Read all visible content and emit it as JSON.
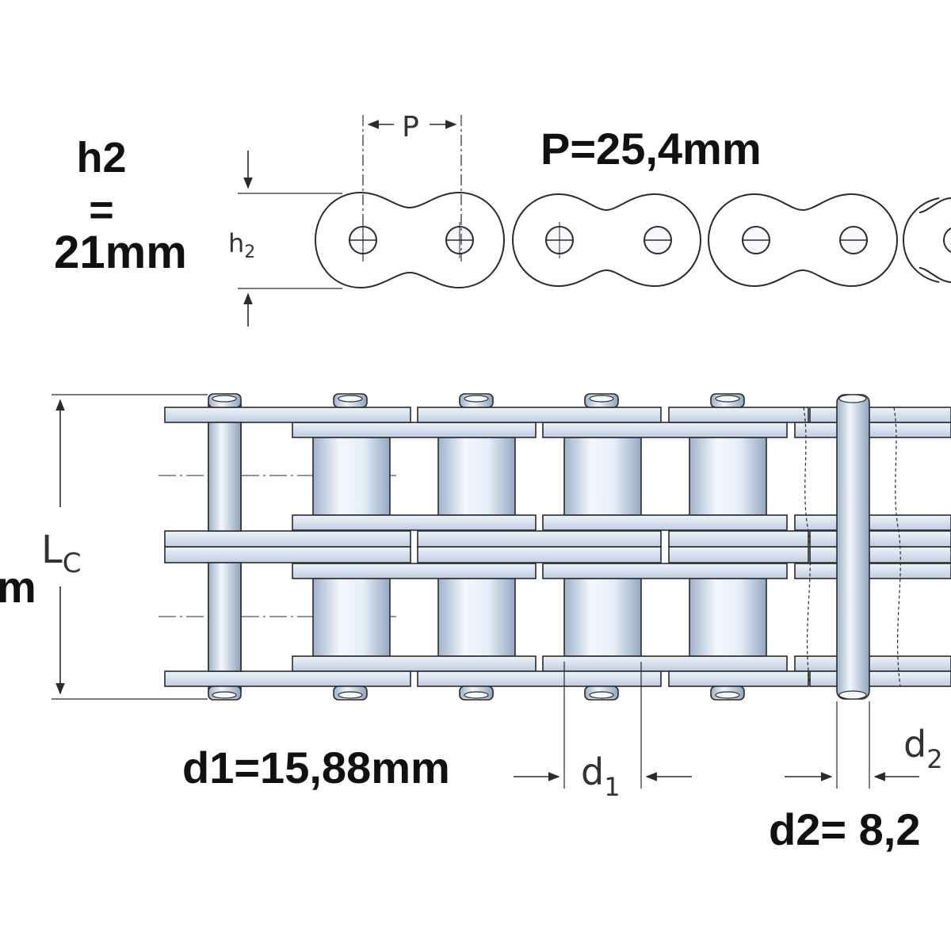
{
  "callouts": {
    "h2_title": "h2",
    "h2_equals": "=",
    "h2_value": "21mm",
    "pitch_value": "P=25,4mm",
    "d1_value": "d1=15,88mm",
    "d2_value": "d2= 8,2",
    "lc_value_fragment": "m"
  },
  "dimension_symbols": {
    "pitch": "P",
    "height_base": "h",
    "height_sub": "2",
    "lc_base": "L",
    "lc_sub": "C",
    "d1_base": "d",
    "d1_sub": "1",
    "d2_base": "d",
    "d2_sub": "2"
  },
  "colors": {
    "plate_fill": "#d9e4f2",
    "roller_fill": "#e3ebf6",
    "pin_fill": "#dde6f1",
    "outline": "#2b2b2b",
    "text": "#111111"
  }
}
